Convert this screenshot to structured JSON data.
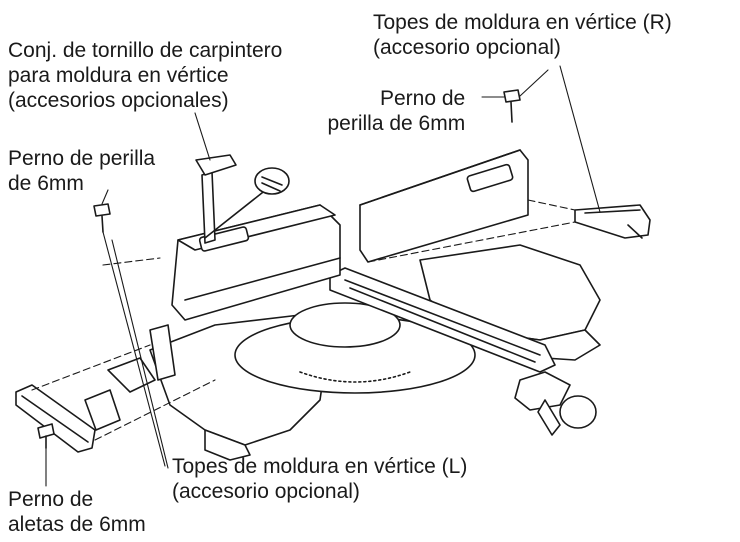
{
  "colors": {
    "ink": "#1a1a1a",
    "fill": "#ffffff",
    "shade": "#c9c9c9"
  },
  "labels": {
    "stops_r": {
      "line1": "Topes de moldura en vértice (R)",
      "line2": "(accesorio opcional)"
    },
    "clamp": {
      "line1": "Conj. de tornillo de carpintero",
      "line2": "para moldura en vértice",
      "line3": "(accesorios opcionales)"
    },
    "knob_r": {
      "line1": "Perno de",
      "line2": "perilla de 6mm"
    },
    "knob_l": {
      "line1": "Perno de perilla",
      "line2": "de 6mm"
    },
    "stops_l": {
      "line1": "Topes de moldura en vértice (L)",
      "line2": "(accesorio opcional)"
    },
    "wing_bolt": {
      "line1": "Perno de",
      "line2": "aletas de 6mm"
    }
  }
}
